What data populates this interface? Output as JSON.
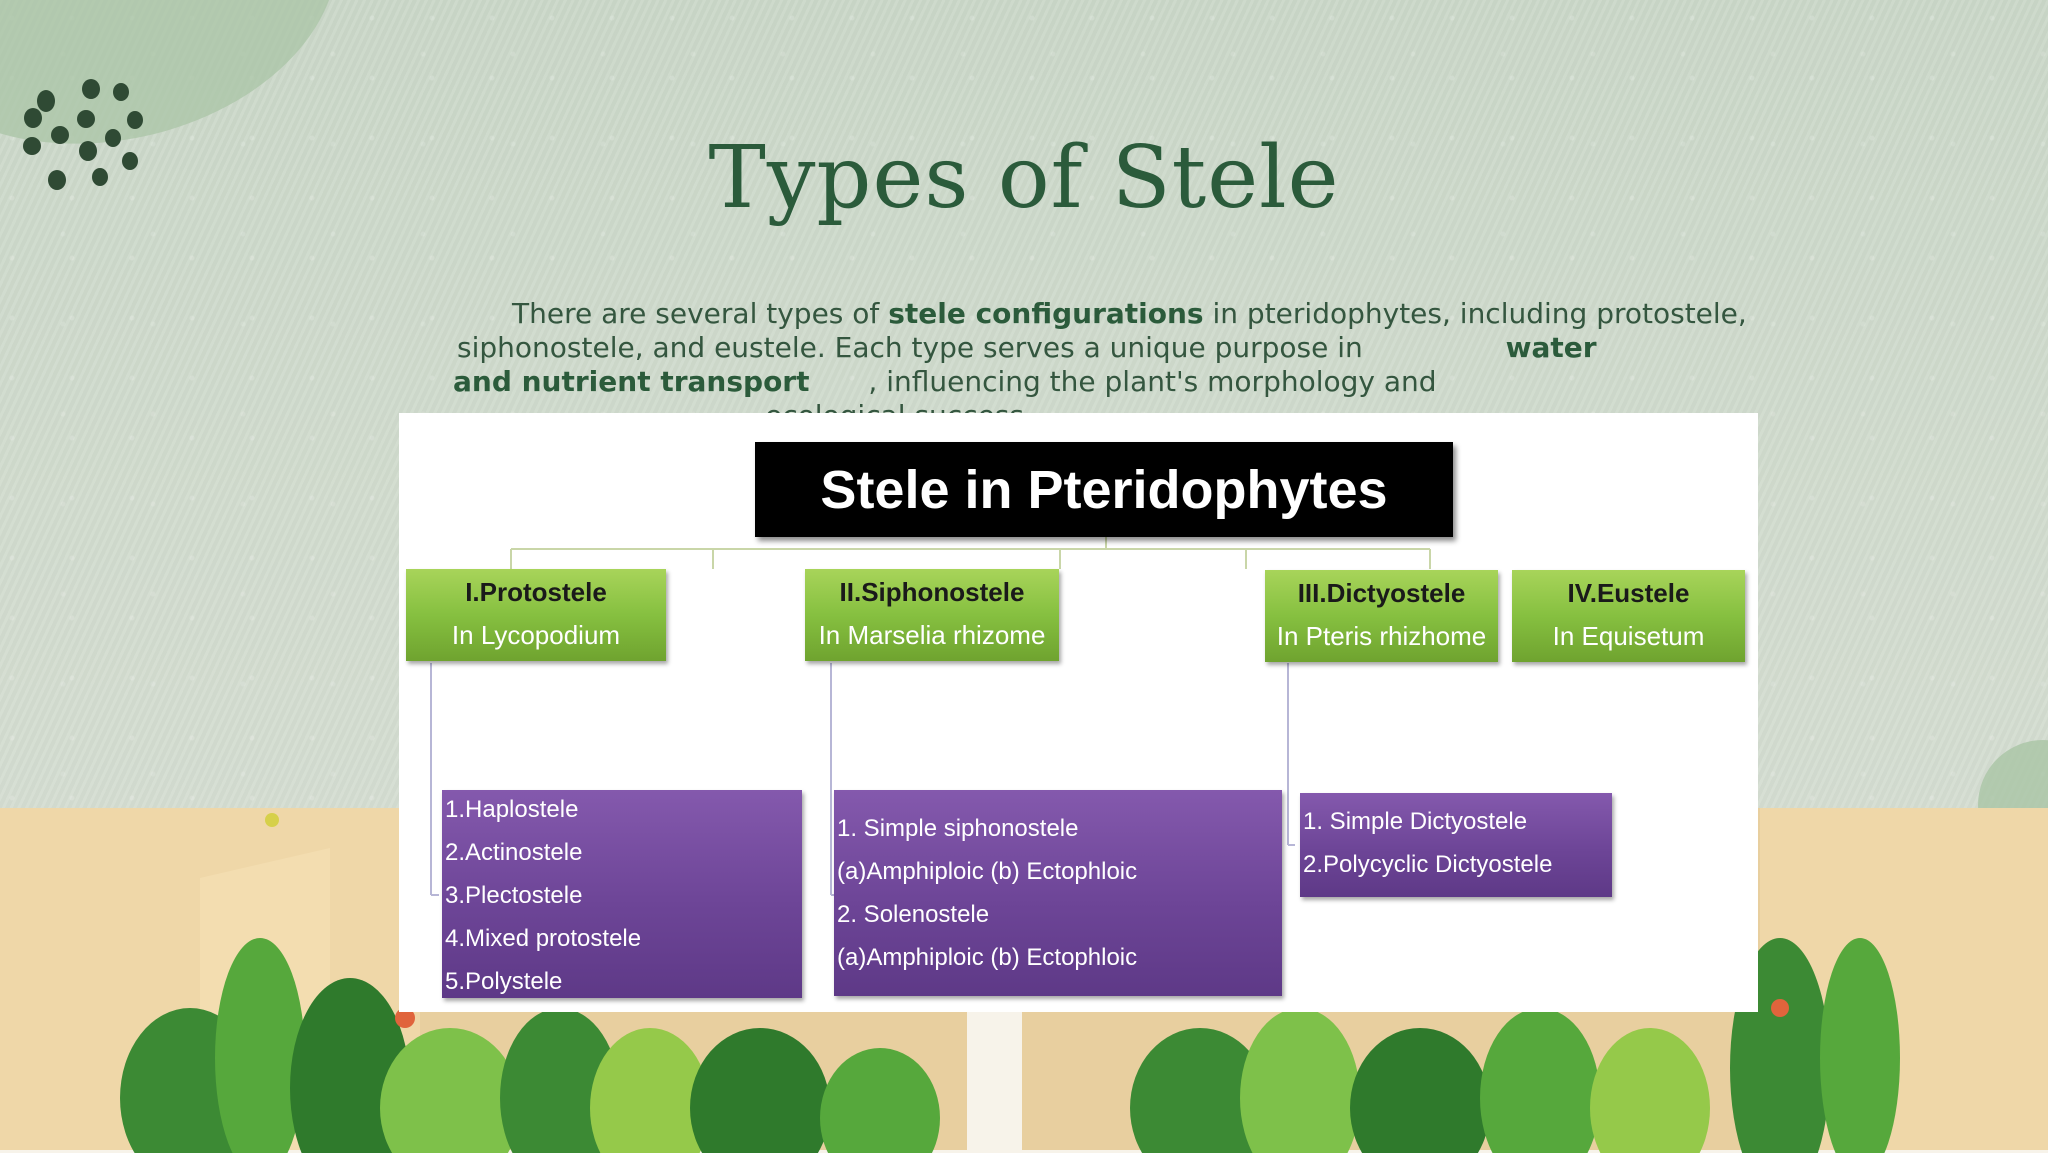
{
  "slide": {
    "title": "Types of Stele",
    "paragraph": {
      "line1": {
        "text_a": "There are several types of",
        "bold_a": "stele configurations",
        "text_b": "in pteridophytes, including protostele,"
      },
      "line2": {
        "text_a": "siphonostele, and eustele. Each type serves a unique purpose in",
        "bold_a": "water"
      },
      "line3": {
        "bold_a": "and nutrient transport",
        "text_a": ", influencing the plant's morphology and"
      },
      "line4": {
        "text_a": "ecological success."
      }
    }
  },
  "diagram": {
    "title": "Stele in Pteridophytes",
    "categories": [
      {
        "name": "I.Protostele",
        "example": "In Lycopodium"
      },
      {
        "name": "II.Siphonostele",
        "example": "In Marselia rhizome"
      },
      {
        "name": "III.Dictyostele",
        "example": "In Pteris rhizhome"
      },
      {
        "name": "IV.Eustele",
        "example": "In Equisetum"
      }
    ],
    "subtypes": {
      "protostele": [
        "1.Haplostele",
        "2.Actinostele",
        "3.Plectostele",
        "4.Mixed protostele",
        "5.Polystele"
      ],
      "siphonostele": [
        "1. Simple siphonostele",
        "(a)Amphiploic  (b) Ectophloic",
        "2. Solenostele",
        "(a)Amphiploic  (b) Ectophloic"
      ],
      "dictyostele": [
        "1. Simple Dictyostele",
        "2.Polycyclic Dictyostele"
      ]
    }
  },
  "colors": {
    "background": "#cfdacc",
    "title_text": "#2b5b3b",
    "header_box": "#000000",
    "category_box": "#86c040",
    "subtype_box": "#6d4597"
  }
}
